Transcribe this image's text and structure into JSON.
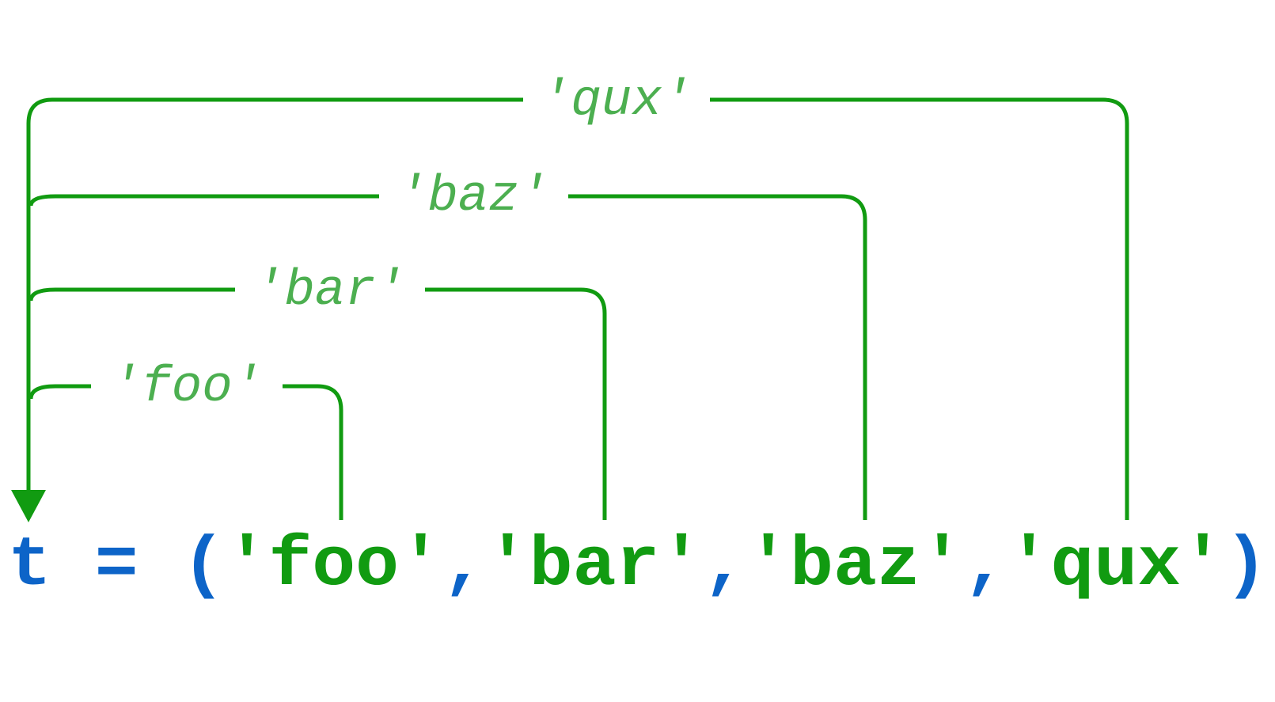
{
  "colors": {
    "keyword": "#0d64c8",
    "string": "#119b11",
    "label": "#4caf50",
    "line": "#119b11",
    "background": "#ffffff"
  },
  "code": {
    "var": "t",
    "eq": "=",
    "open_paren": "(",
    "close_paren": ")",
    "comma": ",",
    "items": [
      "'foo'",
      "'bar'",
      "'baz'",
      "'qux'"
    ]
  },
  "arrows": {
    "labels": [
      "'foo'",
      "'bar'",
      "'baz'",
      "'qux'"
    ]
  }
}
